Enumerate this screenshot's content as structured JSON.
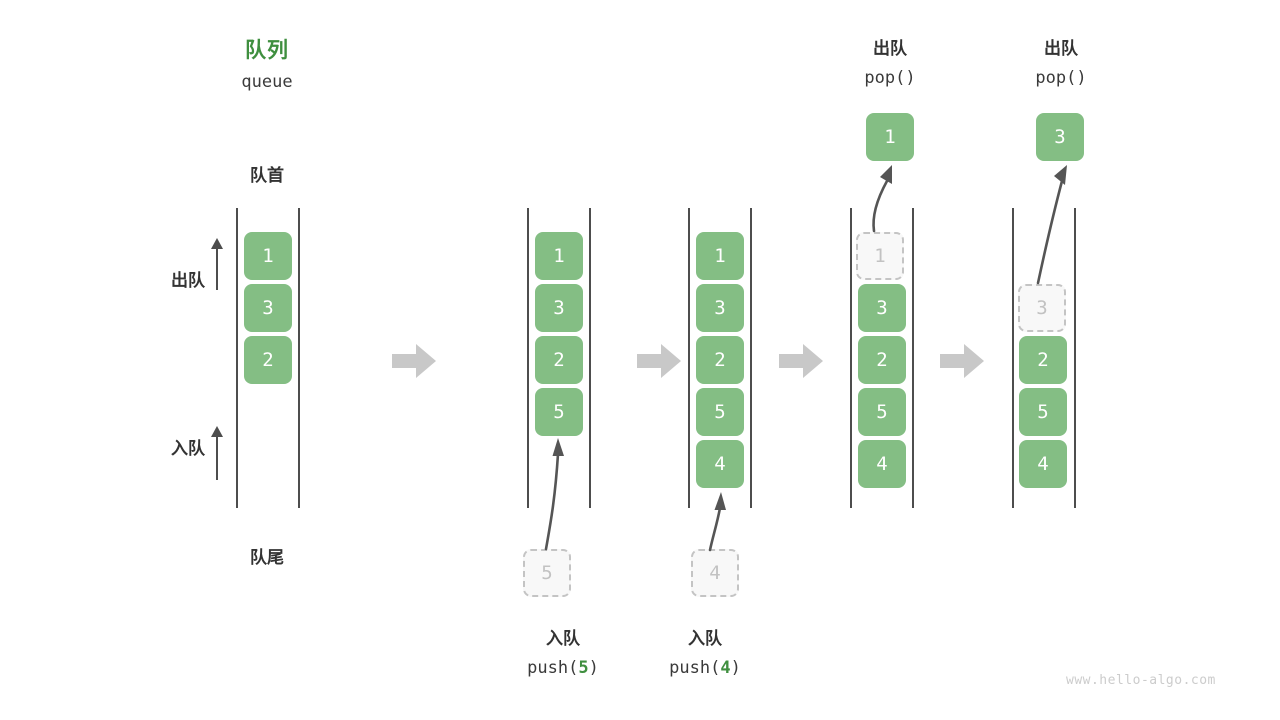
{
  "diagram": {
    "title_cn": "队列",
    "title_en": "queue",
    "head_label": "队首",
    "tail_label": "队尾",
    "dequeue_label": "出队",
    "enqueue_label": "入队",
    "watermark": "www.hello-algo.com",
    "colors": {
      "accent_green": "#84be84",
      "title_green": "#3f8f3f",
      "ghost_fill": "#f8f8f8",
      "ghost_border": "#c4c4c4",
      "rail": "#4d4d4d",
      "arrow_grey": "#c8c8c8",
      "text_dark": "#333333"
    },
    "stages": [
      {
        "id": "initial",
        "items": [
          "1",
          "3",
          "2"
        ],
        "ghost_top": null,
        "ghost_bottom": null,
        "popped": null,
        "op_cn": null,
        "op_code": null,
        "op_arg": null
      },
      {
        "id": "push-5",
        "items": [
          "1",
          "3",
          "2",
          "5"
        ],
        "ghost_top": null,
        "ghost_bottom": "5",
        "popped": null,
        "op_cn": "入队",
        "op_code_prefix": "push(",
        "op_arg": "5",
        "op_code_suffix": ")"
      },
      {
        "id": "push-4",
        "items": [
          "1",
          "3",
          "2",
          "5",
          "4"
        ],
        "ghost_top": null,
        "ghost_bottom": "4",
        "popped": null,
        "op_cn": "入队",
        "op_code_prefix": "push(",
        "op_arg": "4",
        "op_code_suffix": ")"
      },
      {
        "id": "pop-1",
        "items": [
          "3",
          "2",
          "5",
          "4"
        ],
        "ghost_top": "1",
        "ghost_bottom": null,
        "popped": "1",
        "op_cn": "出队",
        "op_code": "pop()"
      },
      {
        "id": "pop-3",
        "items": [
          "2",
          "5",
          "4"
        ],
        "ghost_top": "3",
        "ghost_bottom": null,
        "popped": "3",
        "op_cn": "出队",
        "op_code": "pop()"
      }
    ]
  }
}
